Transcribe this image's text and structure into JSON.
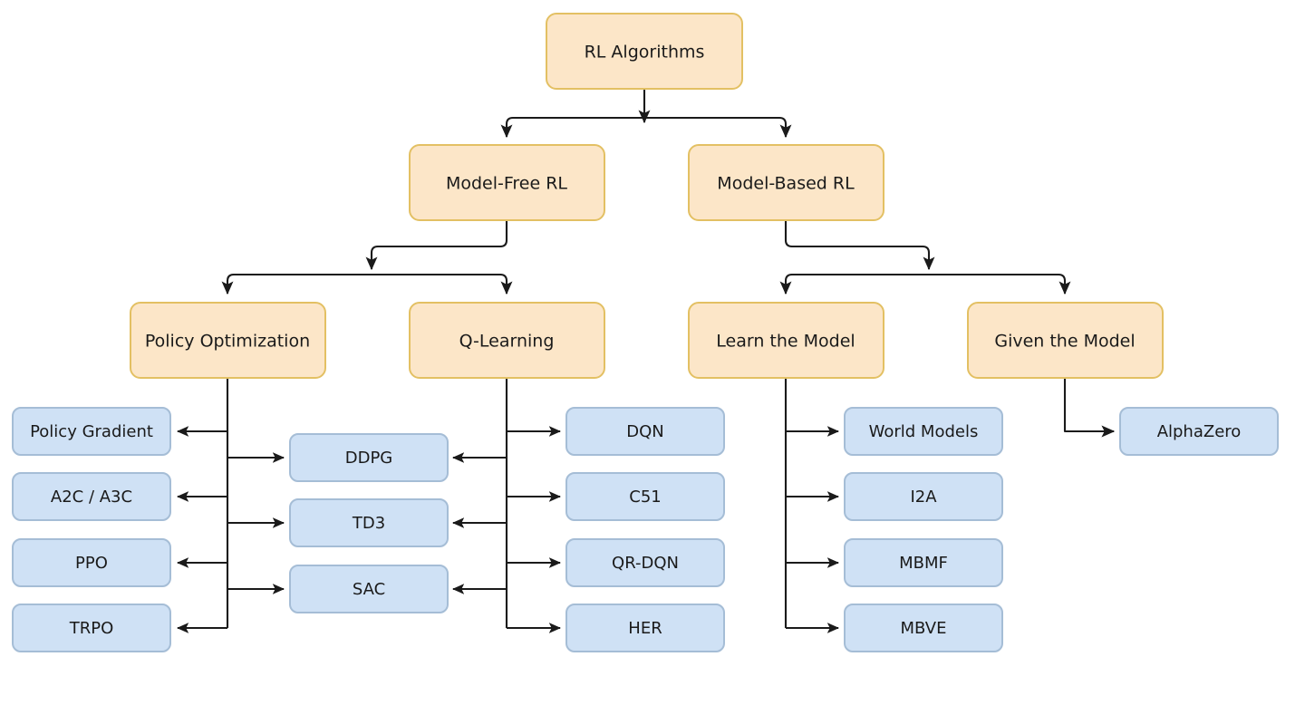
{
  "diagram": {
    "title": "RL Algorithms",
    "type": "taxonomy-tree",
    "colors": {
      "category_fill": "#fce6c8",
      "category_stroke": "#e3c063",
      "leaf_fill": "#cfe1f5",
      "leaf_stroke": "#a5bdd6",
      "edge": "#1a1a1a",
      "background": "#ffffff",
      "text": "#1a1a1a"
    },
    "nodes": {
      "root": {
        "label": "RL Algorithms",
        "kind": "category"
      },
      "model_free": {
        "label": "Model-Free RL",
        "kind": "category"
      },
      "model_based": {
        "label": "Model-Based RL",
        "kind": "category"
      },
      "policy_optimization": {
        "label": "Policy Optimization",
        "kind": "category"
      },
      "q_learning": {
        "label": "Q-Learning",
        "kind": "category"
      },
      "learn_the_model": {
        "label": "Learn the Model",
        "kind": "category"
      },
      "given_the_model": {
        "label": "Given the Model",
        "kind": "category"
      },
      "policy_gradient": {
        "label": "Policy Gradient",
        "kind": "leaf"
      },
      "a2c_a3c": {
        "label": "A2C / A3C",
        "kind": "leaf"
      },
      "ppo": {
        "label": "PPO",
        "kind": "leaf"
      },
      "trpo": {
        "label": "TRPO",
        "kind": "leaf"
      },
      "ddpg": {
        "label": "DDPG",
        "kind": "leaf"
      },
      "td3": {
        "label": "TD3",
        "kind": "leaf"
      },
      "sac": {
        "label": "SAC",
        "kind": "leaf"
      },
      "dqn": {
        "label": "DQN",
        "kind": "leaf"
      },
      "c51": {
        "label": "C51",
        "kind": "leaf"
      },
      "qr_dqn": {
        "label": "QR-DQN",
        "kind": "leaf"
      },
      "her": {
        "label": "HER",
        "kind": "leaf"
      },
      "world_models": {
        "label": "World Models",
        "kind": "leaf"
      },
      "i2a": {
        "label": "I2A",
        "kind": "leaf"
      },
      "mbmf": {
        "label": "MBMF",
        "kind": "leaf"
      },
      "mbve": {
        "label": "MBVE",
        "kind": "leaf"
      },
      "alphazero": {
        "label": "AlphaZero",
        "kind": "leaf"
      }
    },
    "edges": [
      {
        "from": "root",
        "to": "model_free"
      },
      {
        "from": "root",
        "to": "model_based"
      },
      {
        "from": "model_free",
        "to": "policy_optimization"
      },
      {
        "from": "model_free",
        "to": "q_learning"
      },
      {
        "from": "model_based",
        "to": "learn_the_model"
      },
      {
        "from": "model_based",
        "to": "given_the_model"
      },
      {
        "from": "policy_optimization",
        "to": "policy_gradient"
      },
      {
        "from": "policy_optimization",
        "to": "a2c_a3c"
      },
      {
        "from": "policy_optimization",
        "to": "ppo"
      },
      {
        "from": "policy_optimization",
        "to": "trpo"
      },
      {
        "from": "policy_optimization",
        "to": "ddpg"
      },
      {
        "from": "policy_optimization",
        "to": "td3"
      },
      {
        "from": "policy_optimization",
        "to": "sac"
      },
      {
        "from": "q_learning",
        "to": "ddpg"
      },
      {
        "from": "q_learning",
        "to": "td3"
      },
      {
        "from": "q_learning",
        "to": "sac"
      },
      {
        "from": "q_learning",
        "to": "dqn"
      },
      {
        "from": "q_learning",
        "to": "c51"
      },
      {
        "from": "q_learning",
        "to": "qr_dqn"
      },
      {
        "from": "q_learning",
        "to": "her"
      },
      {
        "from": "learn_the_model",
        "to": "world_models"
      },
      {
        "from": "learn_the_model",
        "to": "i2a"
      },
      {
        "from": "learn_the_model",
        "to": "mbmf"
      },
      {
        "from": "learn_the_model",
        "to": "mbve"
      },
      {
        "from": "given_the_model",
        "to": "alphazero"
      }
    ]
  }
}
